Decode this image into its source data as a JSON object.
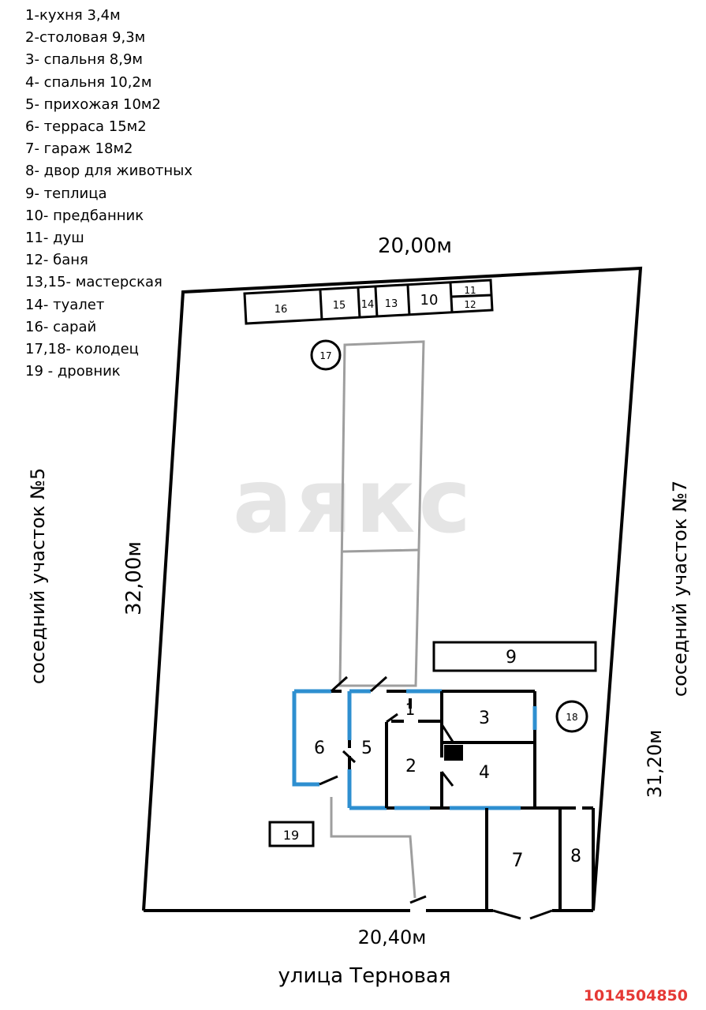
{
  "legend": [
    "1-кухня 3,4м",
    "2-столовая 9,3м",
    "3- спальня 8,9м",
    "4- спальня 10,2м",
    "5- прихожая 10м2",
    "6- терраса 15м2",
    "7- гараж 18м2",
    "8- двор для животных",
    "9- теплица",
    "10- предбанник",
    "11- душ",
    "12- баня",
    "13,15- мастерская",
    "14- туалет",
    "16- сарай",
    "17,18- колодец",
    "19 - дровник"
  ],
  "dimensions": {
    "top": "20,00м",
    "bottom": "20,40м",
    "left": "32,00м",
    "right": "31,20м"
  },
  "neighbors": {
    "left": "соседний участок №5",
    "right": "соседний участок №7"
  },
  "street": "улица Терновая",
  "watermark": "аякс",
  "listing_id": "1014504850",
  "rooms": {
    "r1": "1",
    "r2": "2",
    "r3": "3",
    "r4": "4",
    "r5": "5",
    "r6": "6",
    "r7": "7",
    "r8": "8",
    "r9": "9",
    "r10": "10",
    "r11": "11",
    "r12": "12",
    "r13": "13",
    "r14": "14",
    "r15": "15",
    "r16": "16",
    "r17": "17",
    "r18": "18",
    "r19": "19"
  },
  "colors": {
    "wall": "#000000",
    "window": "#2e8fd0",
    "path": "#9e9e9e",
    "listing": "#e53935"
  }
}
